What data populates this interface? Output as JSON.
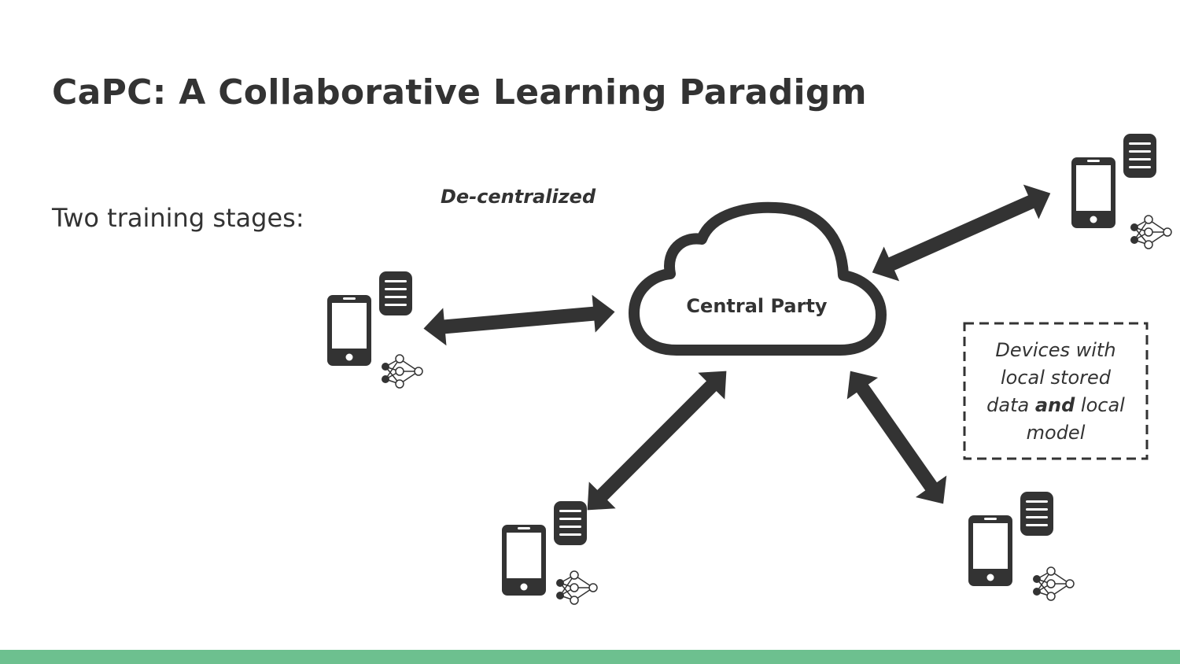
{
  "slide": {
    "title": "CaPC: A Collaborative Learning Paradigm",
    "subtitle": "Two training stages:",
    "footer_color": "#6dc08f"
  },
  "diagram": {
    "stage_label": "De-centralized",
    "server_label": "Central Party",
    "legend": {
      "line1": "Devices with",
      "line2": "local stored",
      "line3_start": "data ",
      "line3_bold": "and",
      "line3_end": " local",
      "line4": "model"
    },
    "icons": {
      "device": "smartphone-icon",
      "data": "database-icon",
      "model": "neural-network-icon",
      "server": "cloud-icon",
      "link": "bidirectional-arrow"
    },
    "colors": {
      "ink": "#333333",
      "arrow": "#333333"
    }
  }
}
